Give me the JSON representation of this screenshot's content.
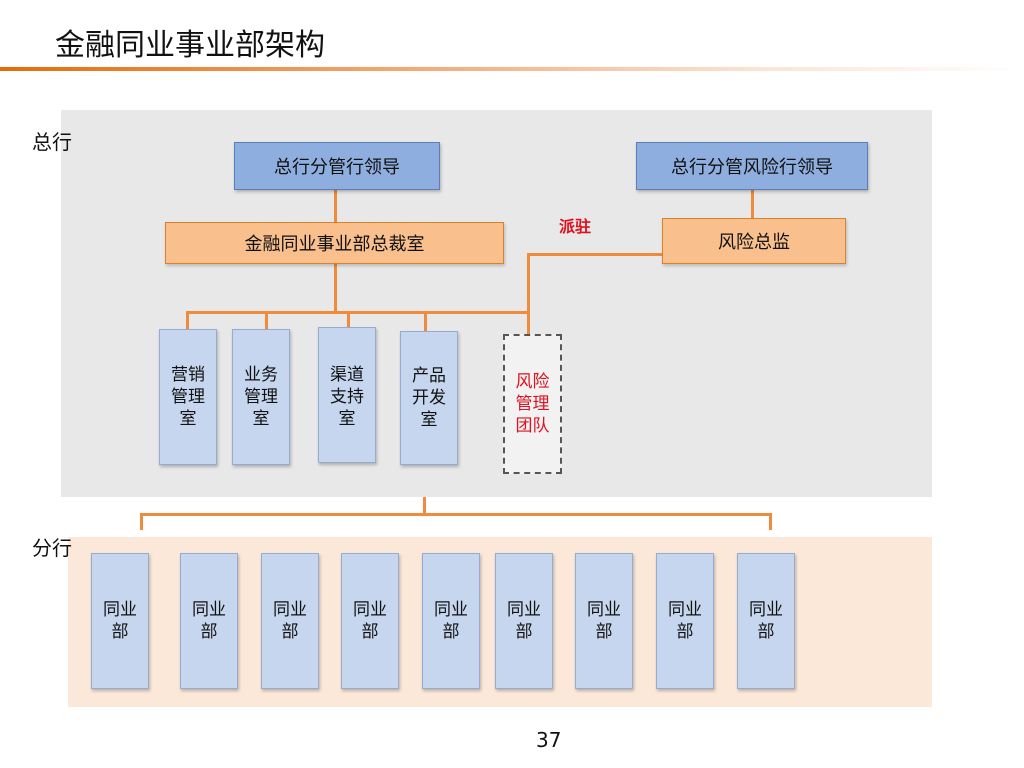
{
  "title": "金融同业事业部架构",
  "page_number": "37",
  "sections": {
    "head_office": "总行",
    "branch": "分行"
  },
  "nodes": {
    "leader": "总行分管行领导",
    "risk_leader": "总行分管风险行领导",
    "president_office": "金融同业事业部总裁室",
    "risk_director": "风险总监",
    "departments": [
      "营销管理室",
      "业务管理室",
      "渠道支持室",
      "产品开发室"
    ],
    "risk_team": "风险管理团队",
    "branch_units": [
      "同业部",
      "同业部",
      "同业部",
      "同业部",
      "同业部",
      "同业部",
      "同业部",
      "同业部",
      "同业部"
    ]
  },
  "annotation": "派驻",
  "colors": {
    "connector": "#ef8b3a",
    "blue_box": "#8eaee0",
    "orange_box": "#f9c08d",
    "dept_box": "#c6d6ee",
    "risk_text": "#e0101f"
  }
}
